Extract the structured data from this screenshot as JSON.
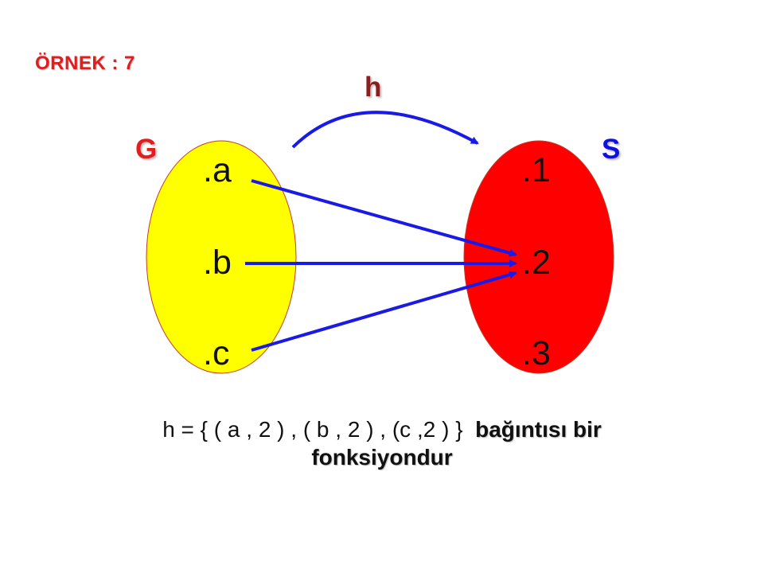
{
  "header": {
    "example_label": "ÖRNEK : 7"
  },
  "diagram": {
    "function_label": "h",
    "domain": {
      "label": "G",
      "color": "#ffff00",
      "elements": [
        ".a",
        ".b",
        ".c"
      ]
    },
    "codomain": {
      "label": "S",
      "color": "#ff0000",
      "elements": [
        ".1",
        ".2",
        ".3"
      ]
    },
    "mappings": [
      {
        "from": "a",
        "to": "2"
      },
      {
        "from": "b",
        "to": "2"
      },
      {
        "from": "c",
        "to": "2"
      }
    ],
    "arrow_color": "#1a1ae6"
  },
  "statement": {
    "relation": "h = {  ( a , 2 ) , ( b , 2 ) , (c ,2 )  }",
    "conclusion_line1": "bağıntısı bir",
    "conclusion_line2": "fonksiyondur"
  }
}
